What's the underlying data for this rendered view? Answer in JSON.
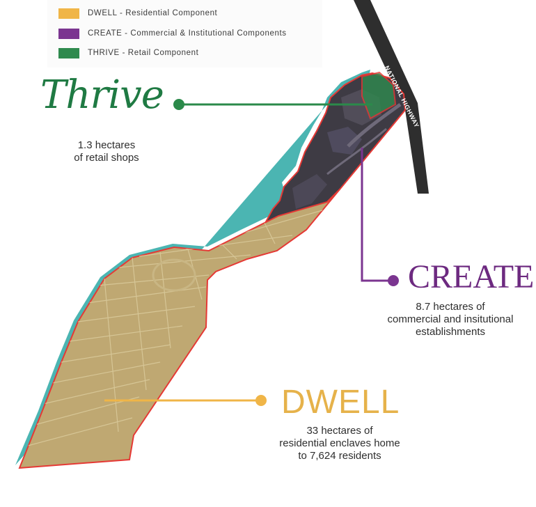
{
  "legend": {
    "items": [
      {
        "label": "DWELL - Residential Component",
        "color": "#f0b547"
      },
      {
        "label": "CREATE - Commercial & Institutional Components",
        "color": "#7b3590"
      },
      {
        "label": "THRIVE - Retail Component",
        "color": "#2f8a4e"
      }
    ]
  },
  "map": {
    "highway_label": "NATIONAL HIGHWAY"
  },
  "thrive": {
    "title": "Thrive",
    "desc_lines": [
      "1.3 hectares",
      "of retail shops"
    ],
    "color": "#2b8a4a"
  },
  "create": {
    "title": "CREATE",
    "desc_lines": [
      "8.7 hectares of",
      "commercial and insitutional",
      "establishments"
    ],
    "color": "#7b3590"
  },
  "dwell": {
    "title": "DWELL",
    "desc_lines": [
      "33 hectares of",
      "residential enclaves home",
      "to 7,624 residents"
    ],
    "color": "#f0b547"
  }
}
